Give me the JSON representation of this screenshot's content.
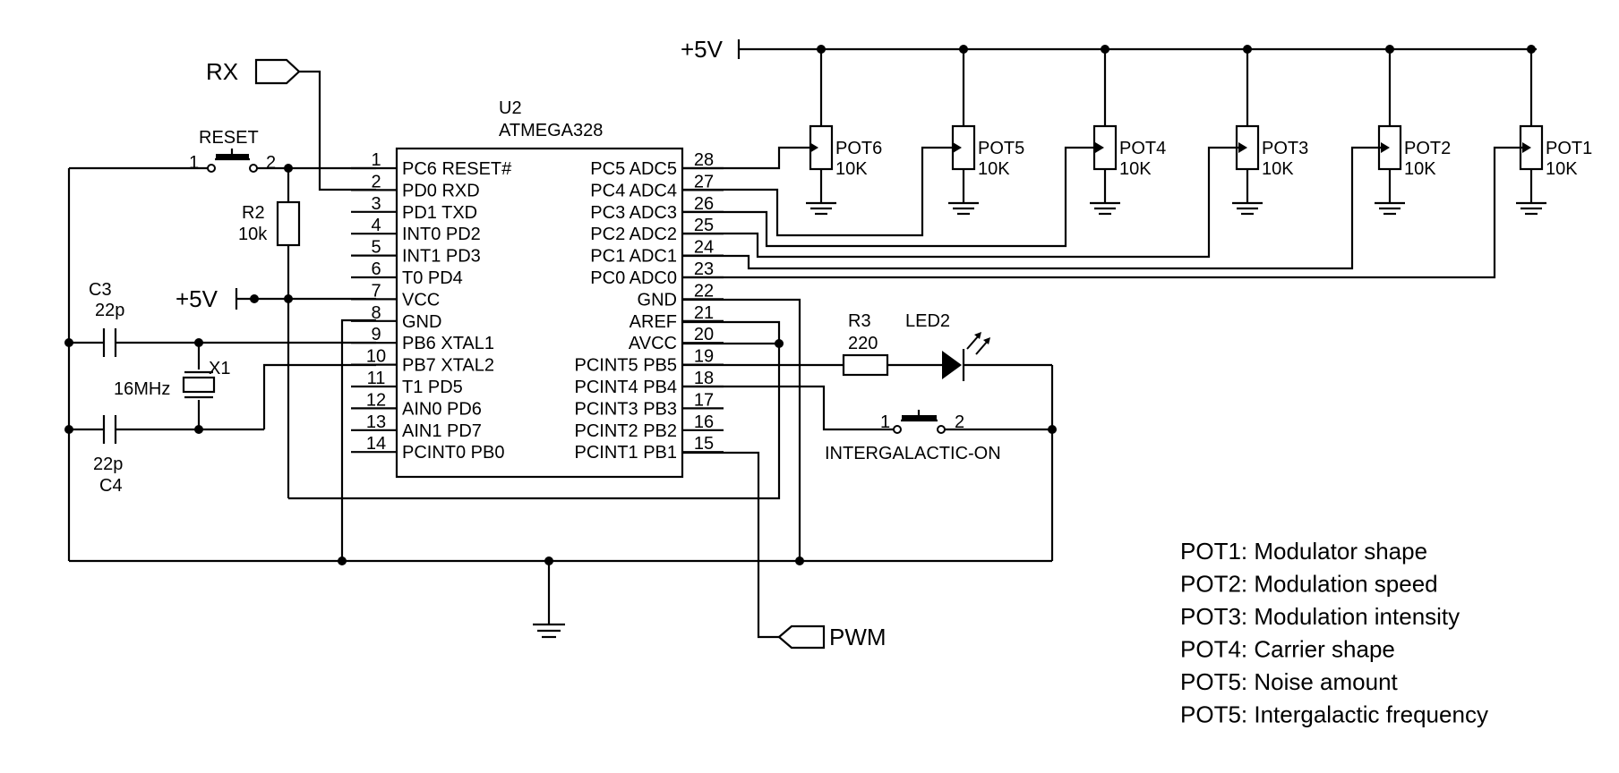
{
  "chip": {
    "ref": "U2",
    "part": "ATMEGA328",
    "left_pins": [
      {
        "num": "1",
        "name": "PC6 RESET#"
      },
      {
        "num": "2",
        "name": "PD0 RXD"
      },
      {
        "num": "3",
        "name": "PD1 TXD"
      },
      {
        "num": "4",
        "name": "INT0 PD2"
      },
      {
        "num": "5",
        "name": "INT1 PD3"
      },
      {
        "num": "6",
        "name": "T0 PD4"
      },
      {
        "num": "7",
        "name": "VCC"
      },
      {
        "num": "8",
        "name": "GND"
      },
      {
        "num": "9",
        "name": "PB6 XTAL1"
      },
      {
        "num": "10",
        "name": "PB7 XTAL2"
      },
      {
        "num": "11",
        "name": "T1 PD5"
      },
      {
        "num": "12",
        "name": "AIN0 PD6"
      },
      {
        "num": "13",
        "name": "AIN1 PD7"
      },
      {
        "num": "14",
        "name": "PCINT0 PB0"
      }
    ],
    "right_pins": [
      {
        "num": "28",
        "name": "PC5 ADC5"
      },
      {
        "num": "27",
        "name": "PC4 ADC4"
      },
      {
        "num": "26",
        "name": "PC3 ADC3"
      },
      {
        "num": "25",
        "name": "PC2 ADC2"
      },
      {
        "num": "24",
        "name": "PC1 ADC1"
      },
      {
        "num": "23",
        "name": "PC0 ADC0"
      },
      {
        "num": "22",
        "name": "GND"
      },
      {
        "num": "21",
        "name": "AREF"
      },
      {
        "num": "20",
        "name": "AVCC"
      },
      {
        "num": "19",
        "name": "PCINT5 PB5"
      },
      {
        "num": "18",
        "name": "PCINT4 PB4"
      },
      {
        "num": "17",
        "name": "PCINT3 PB3"
      },
      {
        "num": "16",
        "name": "PCINT2 PB2"
      },
      {
        "num": "15",
        "name": "PCINT1 PB1"
      }
    ]
  },
  "pots": [
    {
      "ref": "POT6",
      "value": "10K"
    },
    {
      "ref": "POT5",
      "value": "10K"
    },
    {
      "ref": "POT4",
      "value": "10K"
    },
    {
      "ref": "POT3",
      "value": "10K"
    },
    {
      "ref": "POT2",
      "value": "10K"
    },
    {
      "ref": "POT1",
      "value": "10K"
    }
  ],
  "power": {
    "top": "+5V",
    "left": "+5V"
  },
  "ports": {
    "rx": "RX",
    "pwm": "PWM"
  },
  "reset_switch": {
    "ref": "RESET",
    "pin1": "1",
    "pin2": "2"
  },
  "r2": {
    "ref": "R2",
    "value": "10k"
  },
  "c3": {
    "ref": "C3",
    "value": "22p"
  },
  "c4": {
    "ref": "C4",
    "value": "22p"
  },
  "crystal": {
    "ref": "X1",
    "value": "16MHz"
  },
  "r3": {
    "ref": "R3",
    "value": "220"
  },
  "led": {
    "ref": "LED2"
  },
  "ig_switch": {
    "ref": "INTERGALACTIC-ON",
    "pin1": "1",
    "pin2": "2"
  },
  "notes": [
    "POT1: Modulator shape",
    "POT2: Modulation speed",
    "POT3: Modulation intensity",
    "POT4: Carrier shape",
    "POT5: Noise amount",
    "POT5: Intergalactic frequency"
  ]
}
